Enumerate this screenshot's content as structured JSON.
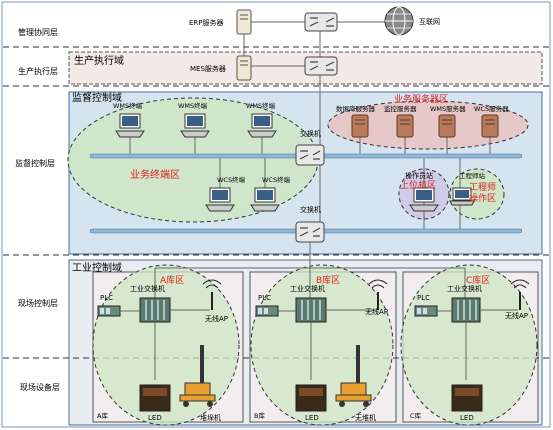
{
  "layers": {
    "management": "管理协同层",
    "production": "生产执行层",
    "supervisory": "监督控制层",
    "field_control": "现场控制层",
    "field_device": "现场设备层"
  },
  "domains": {
    "production": "生产执行域",
    "supervisory": "监督控制域",
    "industrial": "工业控制域"
  },
  "top": {
    "erp_server": "ERP服务器",
    "internet": "互联网",
    "mes_server": "MES服务器"
  },
  "zones": {
    "terminal_zone": "业务终端区",
    "server_zone": "业务服务器区",
    "operator_station": "操作员站",
    "upper_monitor_zone": "上位机区",
    "engineer_station": "工程师站",
    "engineer_op_zone": "工程师操作区"
  },
  "terminals": {
    "wms1": "WMS终端",
    "wms2": "WMS终端",
    "wms3": "WMS终端",
    "wcs1": "WCS终端",
    "wcs2": "WCS终端"
  },
  "servers": {
    "db": "数据库服务器",
    "monitor": "监控服务器",
    "wms": "WMS服务器",
    "wcs": "WCS服务器"
  },
  "switches": {
    "sw1": "交换机",
    "sw2": "交换机"
  },
  "warehouses": [
    {
      "zone": "A库区",
      "switch": "工业交换机",
      "plc": "PLC",
      "ap": "无线AP",
      "led": "LED",
      "vehicle": "堆垛机",
      "name": "A库"
    },
    {
      "zone": "B库区",
      "switch": "工业交换机",
      "plc": "PLC",
      "ap": "无线AP",
      "led": "LED",
      "vehicle": "无堆机",
      "name": "B库"
    },
    {
      "zone": "C库区",
      "switch": "工业交换机",
      "plc": "PLC",
      "ap": "无线AP",
      "led": "LED",
      "vehicle": "",
      "name": "C库"
    }
  ],
  "colors": {
    "zone_label": "#e0201c",
    "ellipse_green": "#cfe6c4",
    "ellipse_pink": "#e8c4c4",
    "ellipse_purple": "#cfc8e6",
    "panel_blue": "#d6e4f0",
    "bus": "#8fb8d8"
  }
}
